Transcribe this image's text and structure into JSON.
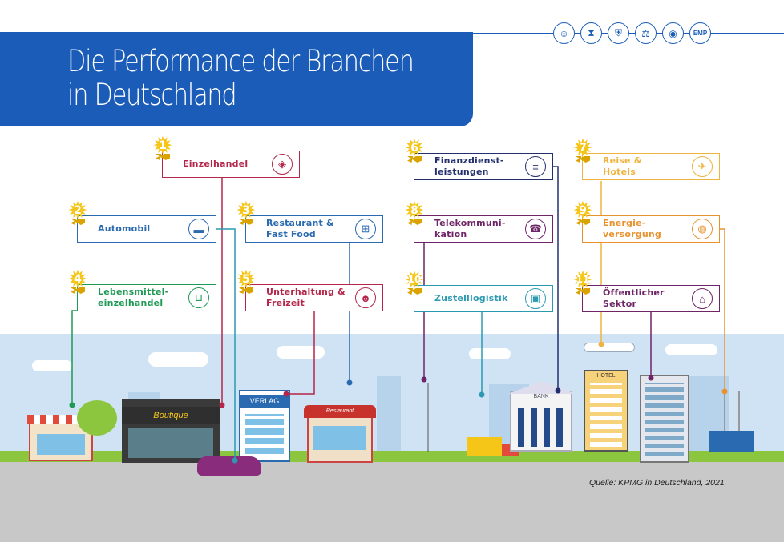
{
  "header": {
    "title_line1": "Die Performance der Branchen",
    "title_line2": "in Deutschland"
  },
  "colors": {
    "banner": "#1a5cb7",
    "crimson": "#b5264a",
    "blue": "#2a6ab0",
    "teal": "#2b9ab0",
    "green": "#1f9a55",
    "purple": "#8a2c7c",
    "navy": "#24306e",
    "orange": "#e8922e",
    "gold": "#f5c518"
  },
  "badges": [
    {
      "icon": "person-icon"
    },
    {
      "icon": "hourglass-icon"
    },
    {
      "icon": "shield-icon"
    },
    {
      "icon": "scales-icon"
    },
    {
      "icon": "bulb-icon"
    },
    {
      "icon": "emp-icon",
      "text": "EMP"
    }
  ],
  "sectors": [
    {
      "rank": "1",
      "label_line1": "Einzelhandel",
      "label_line2": "",
      "color": "#b5264a",
      "icon": "price-tag-icon",
      "glyph": "🏷"
    },
    {
      "rank": "2",
      "label_line1": "Automobil",
      "label_line2": "",
      "color": "#2a6ab0",
      "icon": "car-icon",
      "glyph": "🚗"
    },
    {
      "rank": "3",
      "label_line1": "Restaurant &",
      "label_line2": "Fast Food",
      "color": "#2a6ab0",
      "icon": "fast-food-icon",
      "glyph": "🍔"
    },
    {
      "rank": "4",
      "label_line1": "Lebensmittel-",
      "label_line2": "einzelhandel",
      "color": "#1f9a55",
      "icon": "shopping-cart-icon",
      "glyph": "🛒"
    },
    {
      "rank": "5",
      "label_line1": "Unterhaltung &",
      "label_line2": "Freizeit",
      "color": "#b5264a",
      "icon": "entertainment-icon",
      "glyph": "🎭"
    },
    {
      "rank": "6",
      "label_line1": "Finanzdienst-",
      "label_line2": "leistungen",
      "color": "#24306e",
      "icon": "coins-icon",
      "glyph": "💰"
    },
    {
      "rank": "7",
      "label_line1": "Reise &",
      "label_line2": "Hotels",
      "color": "#f0b340",
      "icon": "airplane-icon",
      "glyph": "✈"
    },
    {
      "rank": "8",
      "label_line1": "Telekommuni-",
      "label_line2": "kation",
      "color": "#6e2466",
      "icon": "telephone-icon",
      "glyph": "☎"
    },
    {
      "rank": "9",
      "label_line1": "Energie-",
      "label_line2": "versorgung",
      "color": "#e8922e",
      "icon": "lightbulb-icon",
      "glyph": "💡"
    },
    {
      "rank": "10",
      "label_line1": "Zustelllogistik",
      "label_line2": "",
      "color": "#2b9ab0",
      "icon": "package-icon",
      "glyph": "📦"
    },
    {
      "rank": "11",
      "label_line1": "Öffentlicher",
      "label_line2": "Sektor",
      "color": "#6e2466",
      "icon": "government-building-icon",
      "glyph": "🏛"
    }
  ],
  "buildings": {
    "boutique": "Boutique",
    "verlag": "VERLAG",
    "restaurant": "Restaurant",
    "bank": "BANK",
    "hotel": "HOTEL"
  },
  "source": "Quelle: KPMG in Deutschland, 2021"
}
